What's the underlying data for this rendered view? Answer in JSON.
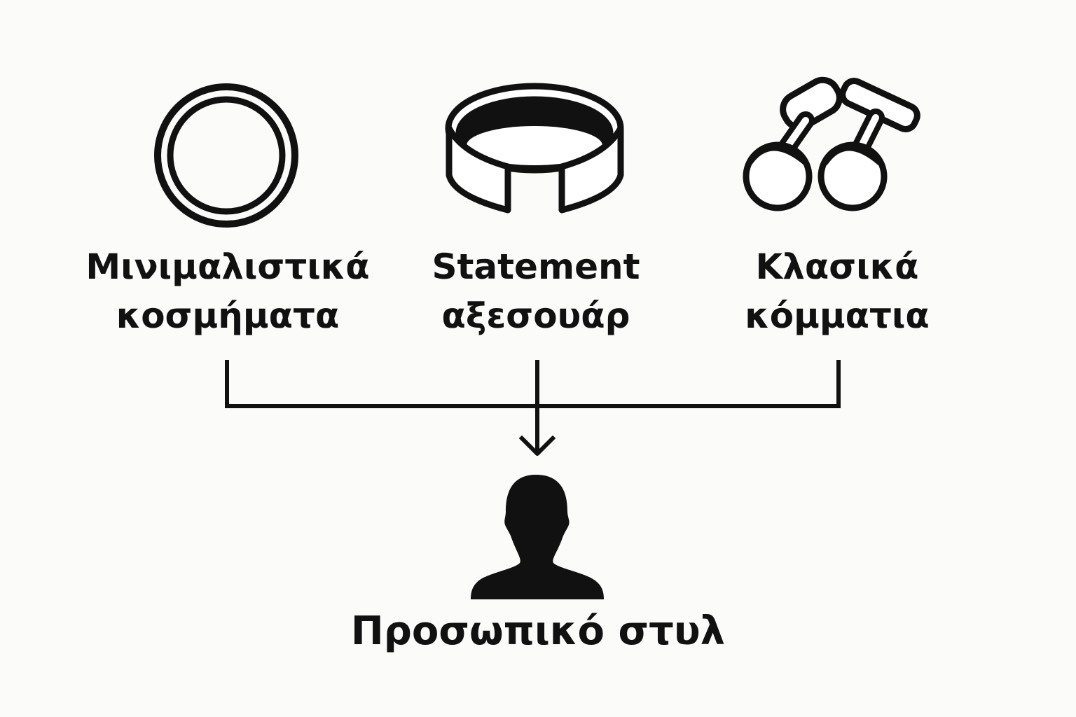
{
  "diagram": {
    "sources": [
      {
        "icon": "ring-icon",
        "line1": "Μινιμαλιστικά",
        "line2": "κοσμήματα"
      },
      {
        "icon": "cuff-bracelet-icon",
        "line1": "Statement",
        "line2": "αξεσουάρ"
      },
      {
        "icon": "cufflinks-icon",
        "line1": "Κλασικά",
        "line2": "κόμματια"
      }
    ],
    "result": {
      "icon": "person-silhouette-icon",
      "label": "Προσωπικό στυλ"
    },
    "colors": {
      "background": "#fbfbf9",
      "ink": "#111111"
    }
  }
}
